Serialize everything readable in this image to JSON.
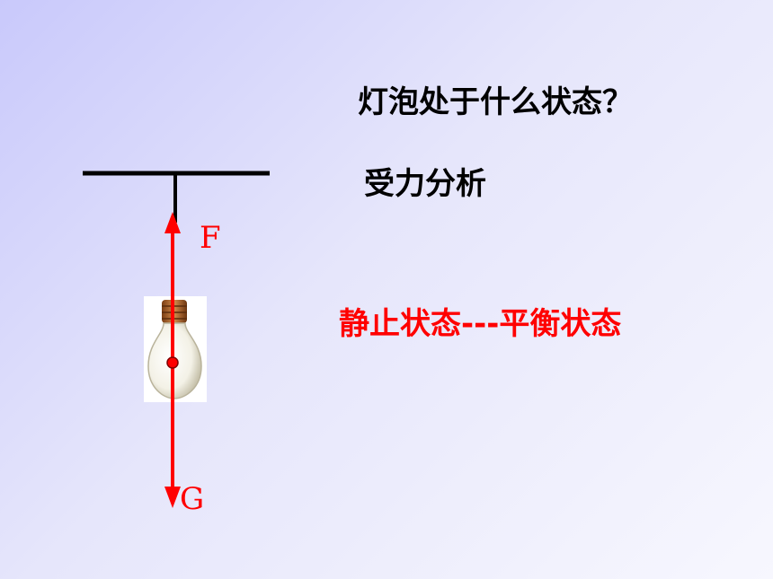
{
  "question": "灯泡处于什么状态？",
  "analysis_title": "受力分析",
  "conclusion": "静止状态---平衡状态",
  "forces": {
    "up_label": "F",
    "down_label": "G"
  },
  "colors": {
    "force": "#ff0000",
    "support": "#000000",
    "conclusion": "#ff0000"
  },
  "icons": {
    "bulb": "light-bulb-icon"
  }
}
